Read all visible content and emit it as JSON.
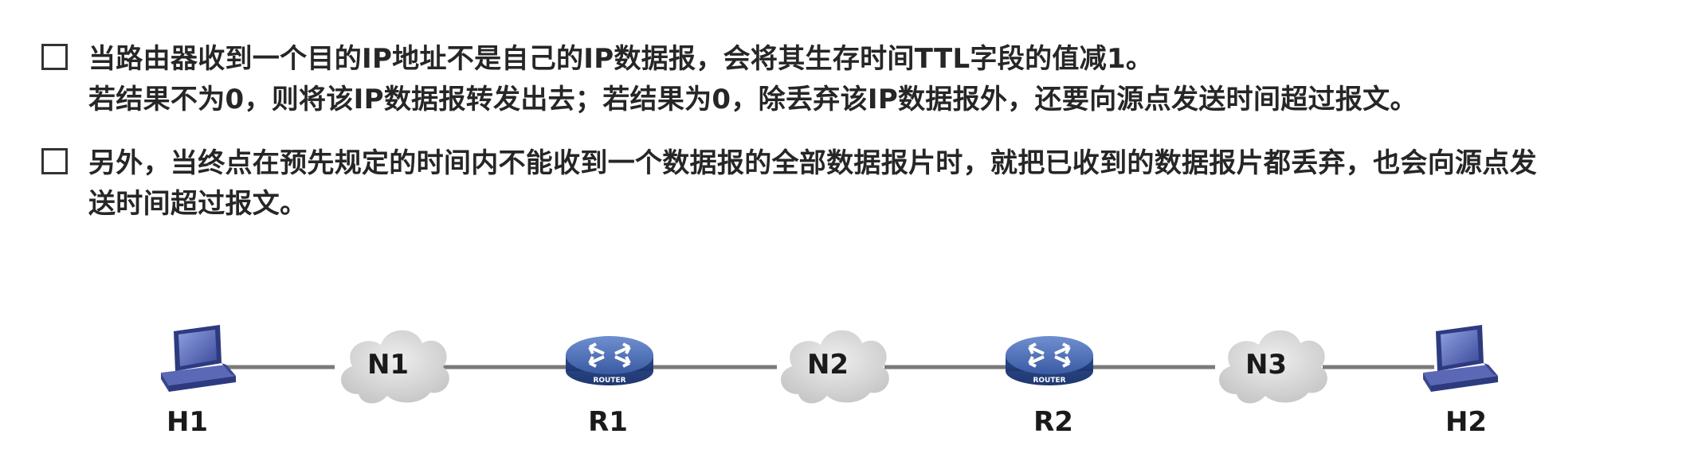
{
  "bullets": [
    {
      "lines": [
        "当路由器收到一个目的IP地址不是自己的IP数据报，会将其生存时间TTL字段的值减1。",
        "若结果不为0，则将该IP数据报转发出去；若结果为0，除丢弃该IP数据报外，还要向源点发送时间超过报文。"
      ]
    },
    {
      "lines": [
        "另外，当终点在预先规定的时间内不能收到一个数据报的全部数据报片时，就把已收到的数据报片都丢弃，也会向源点发",
        "送时间超过报文。"
      ]
    }
  ],
  "diagram": {
    "hosts": [
      {
        "label": "H1",
        "icon": "computer-icon"
      },
      {
        "label": "H2",
        "icon": "computer-icon"
      }
    ],
    "networks": [
      {
        "label": "N1",
        "icon": "cloud-icon"
      },
      {
        "label": "N2",
        "icon": "cloud-icon"
      },
      {
        "label": "N3",
        "icon": "cloud-icon"
      }
    ],
    "routers": [
      {
        "label": "R1",
        "icon": "router-icon",
        "badge": "ROUTER"
      },
      {
        "label": "R2",
        "icon": "router-icon",
        "badge": "ROUTER"
      }
    ],
    "colors": {
      "link": "#7a7a7a",
      "cloud": "#d6d6d6",
      "router": "#3d5fa6",
      "computer": "#4a5aa8"
    }
  }
}
